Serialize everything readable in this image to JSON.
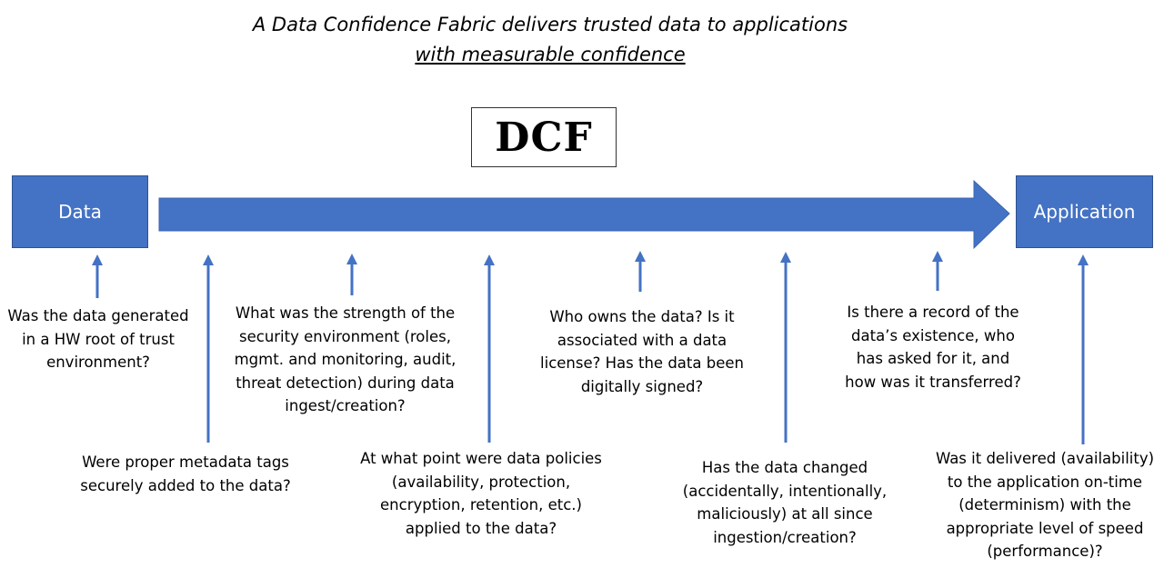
{
  "title_line1": "A Data Confidence Fabric delivers trusted data to applications",
  "title_line2": "with measurable confidence",
  "center_label": "DCF",
  "left_box": "Data",
  "right_box": "Application",
  "colors": {
    "box_fill": "#4472c4",
    "box_border": "#2f528f",
    "arrow": "#4472c4"
  },
  "questions": [
    {
      "text": "Was the data generated in a HW root of trust environment?"
    },
    {
      "text": "Were proper metadata tags securely added to the data?"
    },
    {
      "text": "What was the strength of the security environment (roles, mgmt. and monitoring, audit, threat detection) during data ingest/creation?"
    },
    {
      "text": "At what point were data policies (availability, protection, encryption, retention, etc.) applied to the data?"
    },
    {
      "text": "Who owns the data? Is it associated with a data license? Has the data been digitally signed?"
    },
    {
      "text": "Has the data changed (accidentally, intentionally, maliciously) at all since ingestion/creation?"
    },
    {
      "text": "Is there a record of the data’s existence, who has asked for it, and how was it transferred?"
    },
    {
      "text": "Was it delivered (availability) to the application on-time (determinism) with the appropriate level of speed (performance)?"
    }
  ]
}
